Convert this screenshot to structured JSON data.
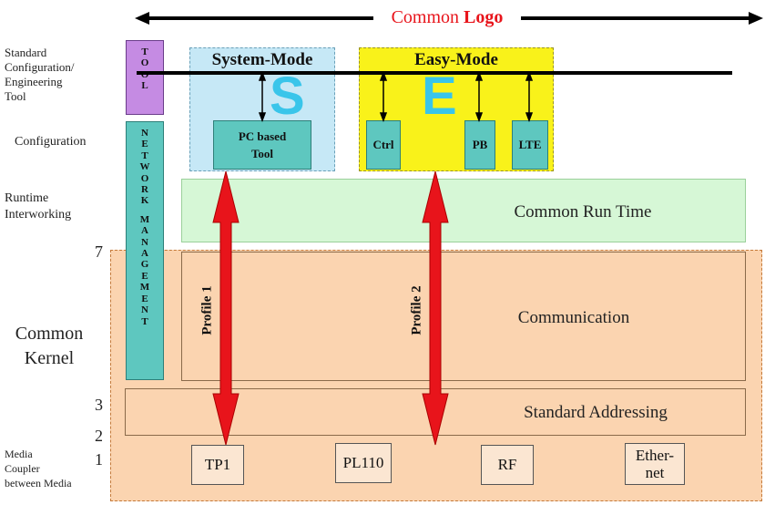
{
  "header": {
    "common_text": "Common",
    "logo_text": "Logo"
  },
  "left_labels": {
    "standard_config_tool": [
      "Standard",
      "Configuration/",
      "Engineering",
      "Tool"
    ],
    "configuration": "Configuration",
    "runtime": [
      "Runtime",
      "Interworking"
    ],
    "common_kernel": [
      "Common",
      "Kernel"
    ],
    "media_coupler": [
      "Media",
      "Coupler",
      "between Media"
    ]
  },
  "layer_numbers": {
    "n7": "7",
    "n3": "3",
    "n2": "2",
    "n1": "1"
  },
  "tool_box": {
    "letters": [
      "T",
      "O",
      "O",
      "L"
    ]
  },
  "network_mgmt": {
    "letters": [
      "N",
      "E",
      "T",
      "W",
      "O",
      "R",
      "K",
      "",
      "M",
      "A",
      "N",
      "A",
      "G",
      "E",
      "M",
      "E",
      "N",
      "T"
    ]
  },
  "system_mode": {
    "title": "System-Mode",
    "letter": "S",
    "pc_tool": [
      "PC based",
      "Tool"
    ]
  },
  "easy_mode": {
    "title": "Easy-Mode",
    "letter": "E",
    "ctrl": "Ctrl",
    "pb": "PB",
    "lte": "LTE"
  },
  "layers": {
    "runtime": "Common Run Time",
    "communication": "Communication",
    "addressing": "Standard Addressing"
  },
  "profiles": {
    "p1": "Profile 1",
    "p2": "Profile 2"
  },
  "media": {
    "tp1": "TP1",
    "pl110": "PL110",
    "rf": "RF",
    "ethernet": [
      "Ether-",
      "net"
    ]
  },
  "colors": {
    "logo_red": "#e8141b",
    "kernel_orange": "#fbd4b0",
    "runtime_green": "#d6f7d6",
    "system_blue": "#c6e8f6",
    "easy_yellow": "#f9f21a",
    "teal": "#5ec7bf",
    "tool_purple": "#c58be3"
  }
}
